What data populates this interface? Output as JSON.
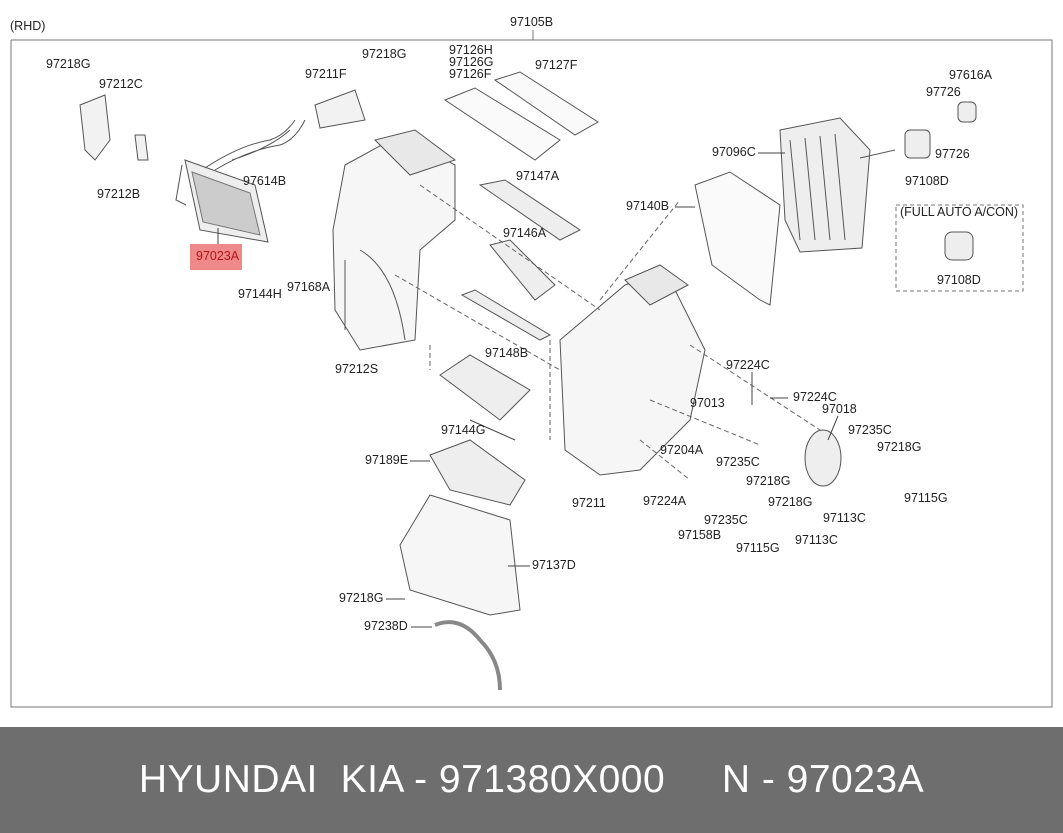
{
  "diagram": {
    "variant": "(RHD)",
    "assembly": "97105B",
    "option_box_title": "(FULL AUTO A/CON)",
    "highlighted_part": "97023A",
    "labels": [
      "97218G",
      "97212C",
      "97211F",
      "97218G",
      "97126H",
      "97126G",
      "97126F",
      "97127F",
      "97616A",
      "97726",
      "97726",
      "97096C",
      "97108D",
      "97212B",
      "97614B",
      "97147A",
      "97140B",
      "97144H",
      "97168A",
      "97146A",
      "97108D",
      "97148B",
      "97212S",
      "97224C",
      "97224C",
      "97013",
      "97018",
      "97235C",
      "97218G",
      "97204A",
      "97235C",
      "97144G",
      "97189E",
      "97218G",
      "97211",
      "97224A",
      "97218G",
      "97115G",
      "97235C",
      "97113C",
      "97158B",
      "97115G",
      "97113C",
      "97137D",
      "97218G",
      "97238D"
    ]
  },
  "footer": {
    "text": "HYUNDAI  KIA - 971380X000     N - 97023A"
  },
  "colors": {
    "highlight": "#f08a8a",
    "footer_bg": "#6e6e6e"
  }
}
